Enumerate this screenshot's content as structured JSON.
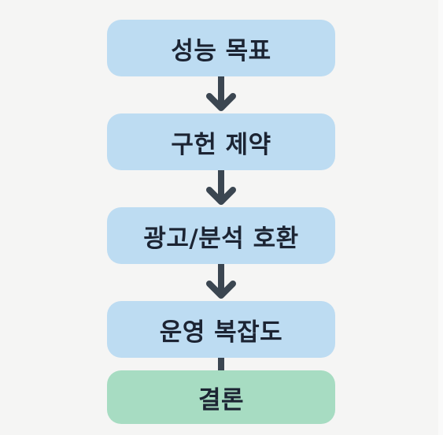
{
  "flowchart": {
    "steps": [
      {
        "label": "성능 목표"
      },
      {
        "label": "구헌 제약"
      },
      {
        "label": "광고/분석 호환"
      },
      {
        "label": "운영 복잡도"
      },
      {
        "label": "결론"
      }
    ]
  },
  "colors": {
    "step_fill": "#bddcf2",
    "conclusion_fill": "#a7dcc2",
    "arrow": "#3b4651",
    "text": "#1c2433",
    "background": "#f5f5f4"
  }
}
